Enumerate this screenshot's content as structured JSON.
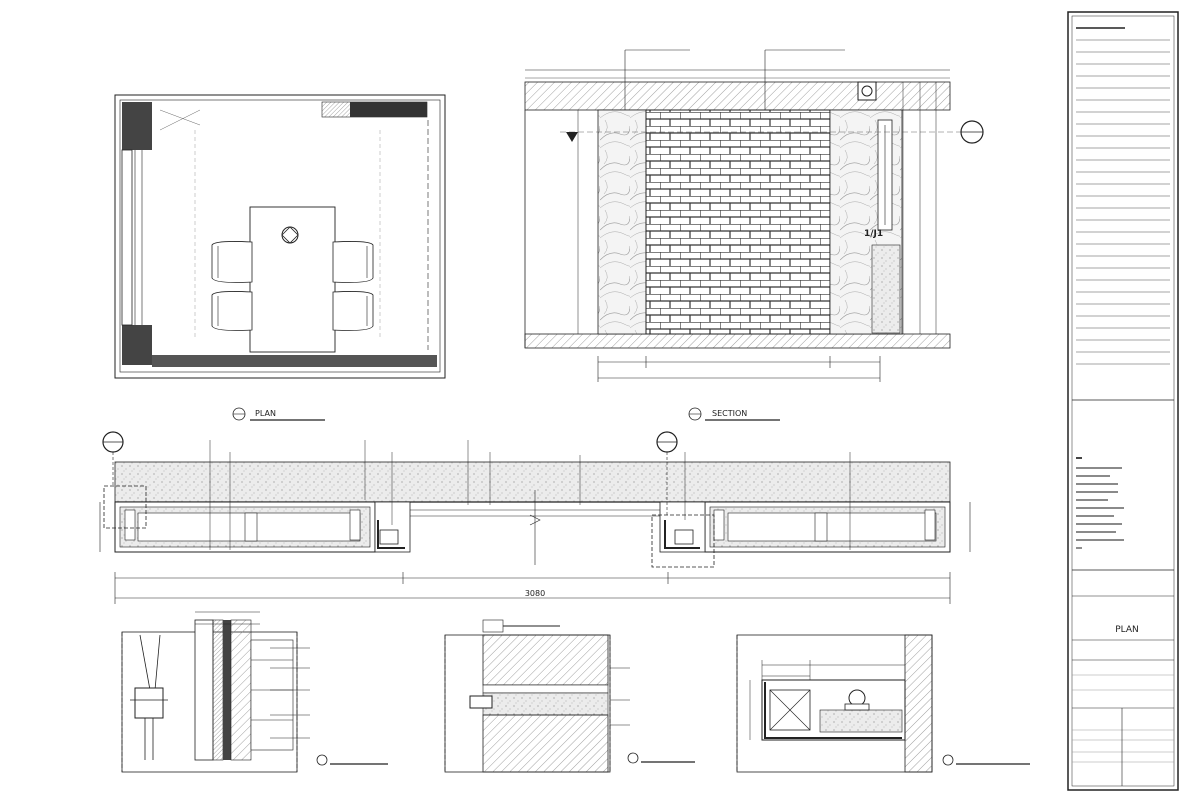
{
  "section_callouts": [
    {
      "label": "PLAN",
      "scale": ""
    },
    {
      "label": "SECTION",
      "scale": ""
    }
  ],
  "elevation": {
    "dims_bottom": [
      "",
      "",
      "",
      ""
    ],
    "marker": "",
    "tag": "1/J1"
  },
  "section": {
    "overall_dim": "3080",
    "dims": [
      "",
      "",
      ""
    ],
    "markers": [
      "",
      "",
      ""
    ]
  },
  "title_block": {
    "project_title": "",
    "sheet_name": "PLAN",
    "drawing_no": ""
  }
}
